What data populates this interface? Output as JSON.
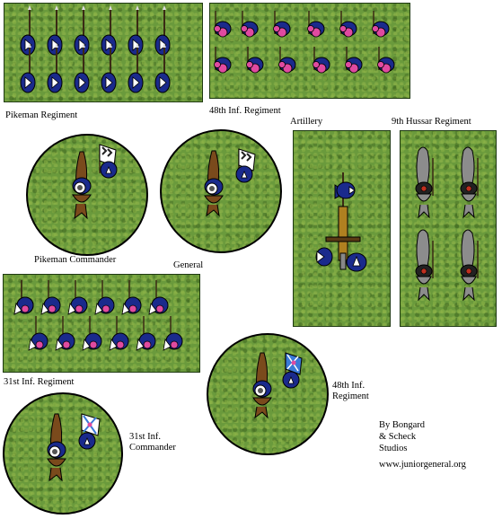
{
  "labels": {
    "pikeman_regiment": "Pikeman Regiment",
    "inf48_regiment": "48th Inf. Regiment",
    "artillery": "Artillery",
    "hussar9_regiment": "9th Hussar Regiment",
    "pikeman_commander": "Pikeman Commander",
    "general": "General",
    "inf31_regiment": "31st Inf. Regiment",
    "inf48_commander_line1": "48th Inf.",
    "inf48_commander_line2": "Regiment",
    "inf31_commander_line1": "31st Inf.",
    "inf31_commander_line2": "Commander"
  },
  "credits": {
    "line1": "By Bongard",
    "line2": "& Scheck",
    "line3": "Studios",
    "url": "www.juniorgeneral.org"
  },
  "colors": {
    "grass": "#6a9a3c",
    "blue_coat": "#1a2a8c",
    "pink_facing": "#e04aa0",
    "horse_brown": "#7a4a1c",
    "hussar_grey": "#8c8c8c",
    "gun_bronze": "#b08020"
  }
}
